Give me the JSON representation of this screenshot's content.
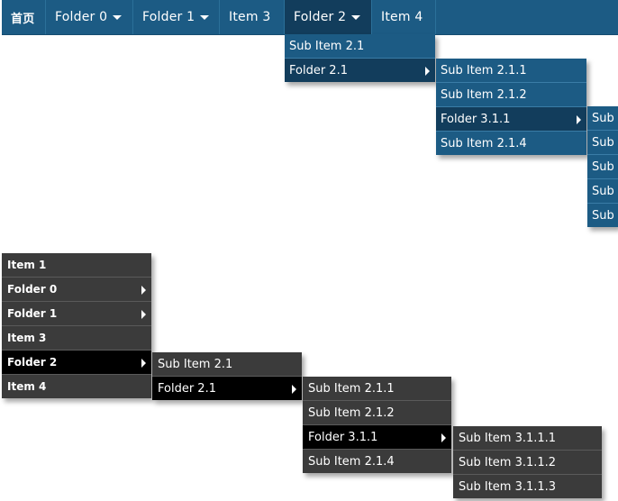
{
  "top_menu": {
    "items": [
      {
        "label": "首页"
      },
      {
        "label": "Folder 0"
      },
      {
        "label": "Folder 1"
      },
      {
        "label": "Item 3"
      },
      {
        "label": "Folder 2"
      },
      {
        "label": "Item 4"
      }
    ],
    "folder2_submenu": [
      "Sub Item 2.1",
      "Folder 2.1"
    ],
    "folder21_submenu": [
      "Sub Item 2.1.1",
      "Sub Item 2.1.2",
      "Folder 3.1.1",
      "Sub Item 2.1.4"
    ],
    "folder311_submenu": [
      "Sub",
      "Sub",
      "Sub",
      "Sub",
      "Sub"
    ]
  },
  "side_menu": {
    "items": [
      "Item 1",
      "Folder 0",
      "Folder 1",
      "Item 3",
      "Folder 2",
      "Item 4"
    ],
    "folder2_submenu": [
      "Sub Item 2.1",
      "Folder 2.1"
    ],
    "folder21_submenu": [
      "Sub Item 2.1.1",
      "Sub Item 2.1.2",
      "Folder 3.1.1",
      "Sub Item 2.1.4"
    ],
    "folder311_submenu": [
      "Sub Item 3.1.1.1",
      "Sub Item 3.1.1.2",
      "Sub Item 3.1.1.3"
    ]
  },
  "colors": {
    "top_bar": "#1c5b84",
    "top_active": "#123d5c",
    "side_bg": "#3b3b3b",
    "side_active": "#000000"
  }
}
